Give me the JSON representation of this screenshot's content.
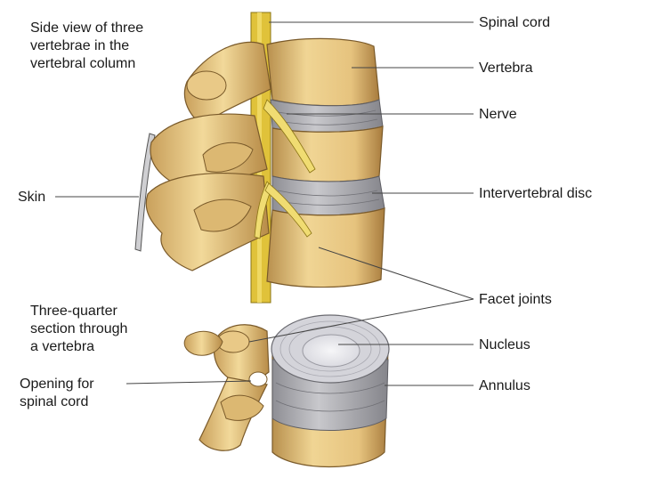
{
  "labels_left": {
    "side_view_line1": "Side view of three",
    "side_view_line2": "vertebrae in the",
    "side_view_line3": "vertebral column",
    "skin": "Skin",
    "three_quarter_line1": "Three-quarter",
    "three_quarter_line2": "section through",
    "three_quarter_line3": "a vertebra",
    "opening_line1": "Opening for",
    "opening_line2": "spinal cord"
  },
  "labels_right": {
    "spinal_cord": "Spinal cord",
    "vertebra": "Vertebra",
    "nerve": "Nerve",
    "intervertebral_disc": "Intervertebral disc",
    "facet_joints": "Facet joints",
    "nucleus": "Nucleus",
    "annulus": "Annulus"
  },
  "colors": {
    "bone": "#e8cc8c",
    "bone_shadow": "#b8904e",
    "bone_outline": "#7a5a2a",
    "disc": "#b8b8bc",
    "disc_dark": "#8a8a90",
    "spinal_cord": "#e0c23a",
    "nerve": "#f0dc72",
    "nucleus": "#e6e6ea",
    "leader_line": "#444444"
  }
}
